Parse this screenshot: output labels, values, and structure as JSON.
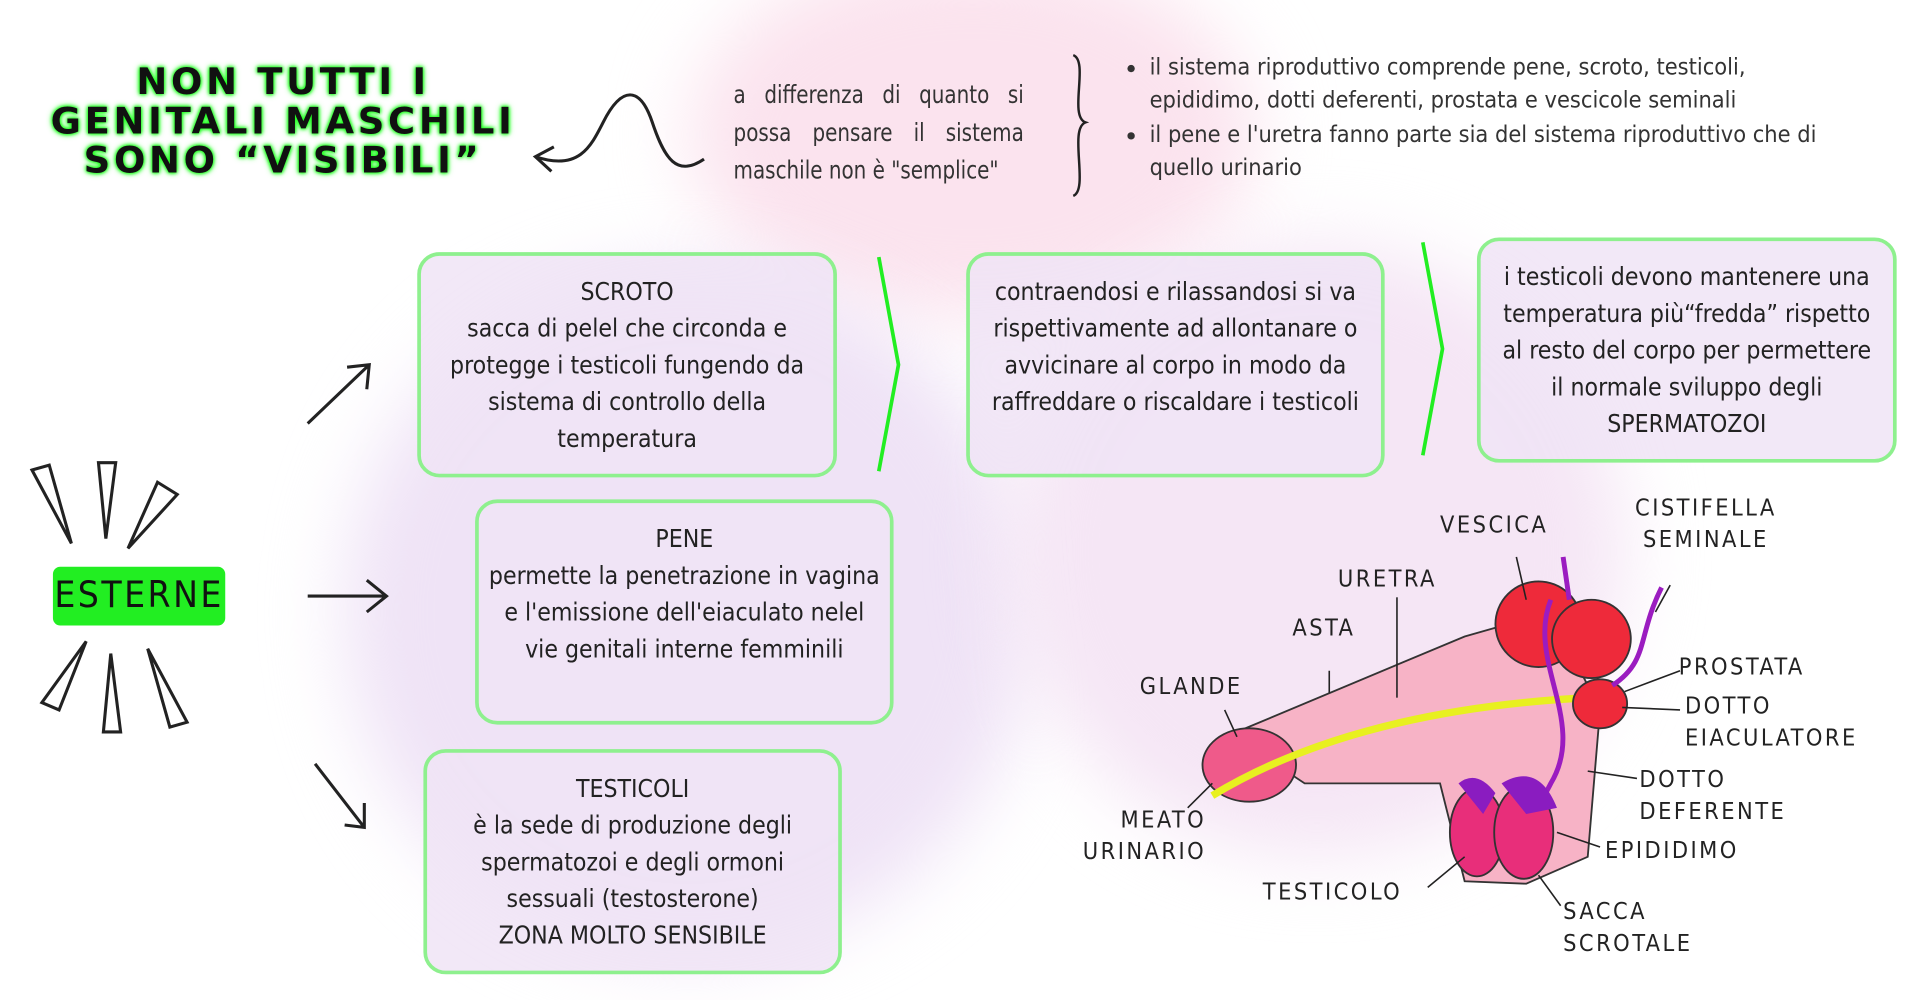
{
  "title": {
    "line1": "NON TUTTI I",
    "line2": "GENITALI MASCHILI",
    "line3": "SONO “VISIBILI”"
  },
  "intro": "a differenza di quanto si possa pensare il sistema maschile non è \"semplice\"",
  "bullets": [
    "il sistema riproduttivo comprende pene, scroto, testicoli, epididimo, dotti deferenti, prostata e vescicole seminali",
    "il pene e l'uretra fanno parte sia del sistema riproduttivo che di quello urinario"
  ],
  "center_label": "ESTERNE",
  "boxes": {
    "scroto": {
      "title": "SCROTO",
      "text": "sacca di pelel che circonda e protegge i testicoli fungendo da sistema di controllo della temperatura"
    },
    "scroto_2": "contraendosi e rilassandosi si va rispettivamente ad allontanare o avvicinare al corpo in modo da raffreddare o riscaldare i testicoli",
    "scroto_3": "i testicoli devono mantenere una temperatura più“fredda” rispetto al resto del corpo per permettere il normale sviluppo degli SPERMATOZOI",
    "pene": {
      "title": "PENE",
      "text": "permette la penetrazione in vagina e l'emissione dell'eiaculato nelel vie genitali interne femminili"
    },
    "testicoli": {
      "title": "TESTICOLI",
      "text": "è la sede di produzione degli spermatozoi e degli ormoni sessuali (testosterone)",
      "note": "ZONA MOLTO SENSIBILE"
    }
  },
  "diagram_labels": {
    "vescica": "VESCICA",
    "cistifella": "CISTIFELLA SEMINALE",
    "uretra": "URETRA",
    "asta": "ASTA",
    "glande": "GLANDE",
    "prostata": "PROSTATA",
    "dotto_eiac": "DOTTO EIACULATORE",
    "dotto_def": "DOTTO DEFERENTE",
    "epididimo": "EPIDIDIMO",
    "meato": "MEATO URINARIO",
    "testicolo": "TESTICOLO",
    "sacca": "SACCA SCROTALE"
  },
  "colors": {
    "accent": "#22ee22",
    "box_border": "#8ef08e",
    "box_fill": "#f0e4f6"
  }
}
